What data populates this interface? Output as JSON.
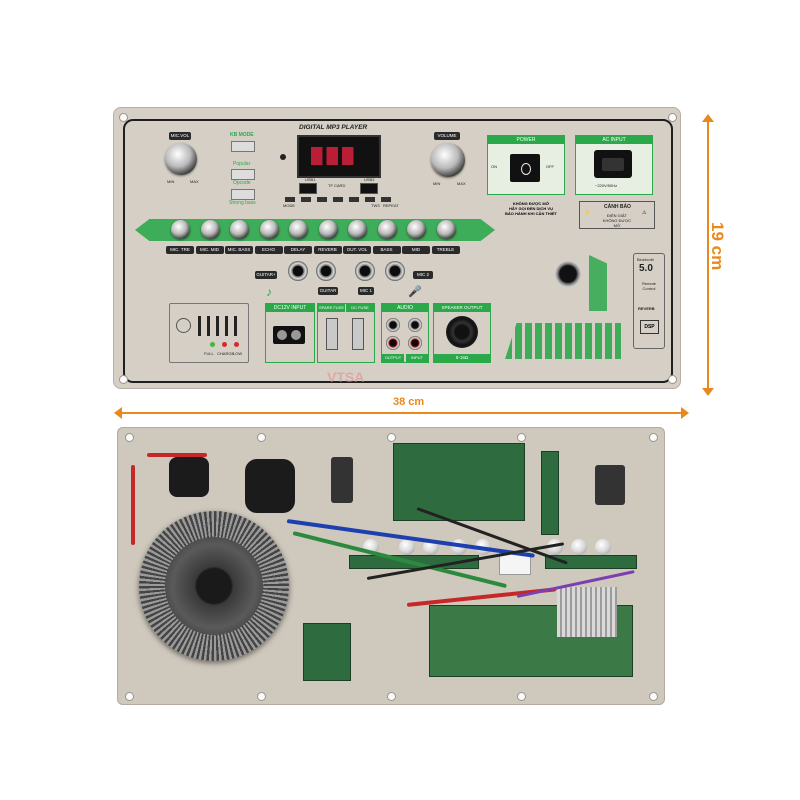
{
  "dimensions": {
    "height": "19 cm",
    "width": "38 cm"
  },
  "front_panel": {
    "title": "DIGITAL MP3 PLAYER",
    "mic_vol": "MIC.VOL",
    "volume": "VOLUME",
    "min": "MIN",
    "max": "MAX",
    "kb_mode": "KB MODE",
    "modes": [
      "Popular",
      "Opcode",
      "Strong bass"
    ],
    "media_labels": [
      "MODE",
      "USB1",
      "TF CARD",
      "USB2",
      "TWS",
      "REPEAT"
    ],
    "power": {
      "title": "POWER",
      "on": "ON",
      "off": "OFF"
    },
    "ac_input": {
      "title": "AC INPUT",
      "spec": "~220V/50Hz"
    },
    "warning": [
      "KHÔNG ĐƯỢC MỞ",
      "HÃY GỌI ĐẾN DỊCH VỤ",
      "BẢO HÀNH KHI CẦN THIẾT"
    ],
    "caution": {
      "title": "CẢNH BÁO",
      "text": "ĐIỆN GIẬT KHÔNG ĐƯỢC MỞ"
    },
    "knob_labels": [
      "MIC. TRE",
      "MIC. MID",
      "MIC. BASS",
      "ECHO",
      "DELAY",
      "REVERB",
      "OUT. VOL",
      "BASS",
      "MID",
      "TREBLE"
    ],
    "jack_labels": [
      "GUITAR+",
      "GUITAR",
      "MIC 1",
      "MIC 2"
    ],
    "bluetooth": {
      "title": "Bluetooth",
      "version": "5.0"
    },
    "remote": "Remote Control",
    "reverb": "REVERB",
    "dsp": "DSP",
    "status_leds": [
      "FULL",
      "CHARGE",
      "LOW"
    ],
    "dc_input": "DC12V INPUT",
    "fuses": [
      "SPARE FUSE",
      "DC FUSE"
    ],
    "audio": {
      "title": "AUDIO",
      "output": "OUTPUT",
      "input": "INPUT"
    },
    "speaker_output": {
      "title": "SPEAKER OUTPUT",
      "spec": "8-16Ω"
    },
    "watermark": "VTSA"
  },
  "colors": {
    "panel": "#d6cfc6",
    "accent_green": "#2aa84a",
    "dimension_orange": "#e8891f",
    "back_panel": "#cfc8bd"
  }
}
